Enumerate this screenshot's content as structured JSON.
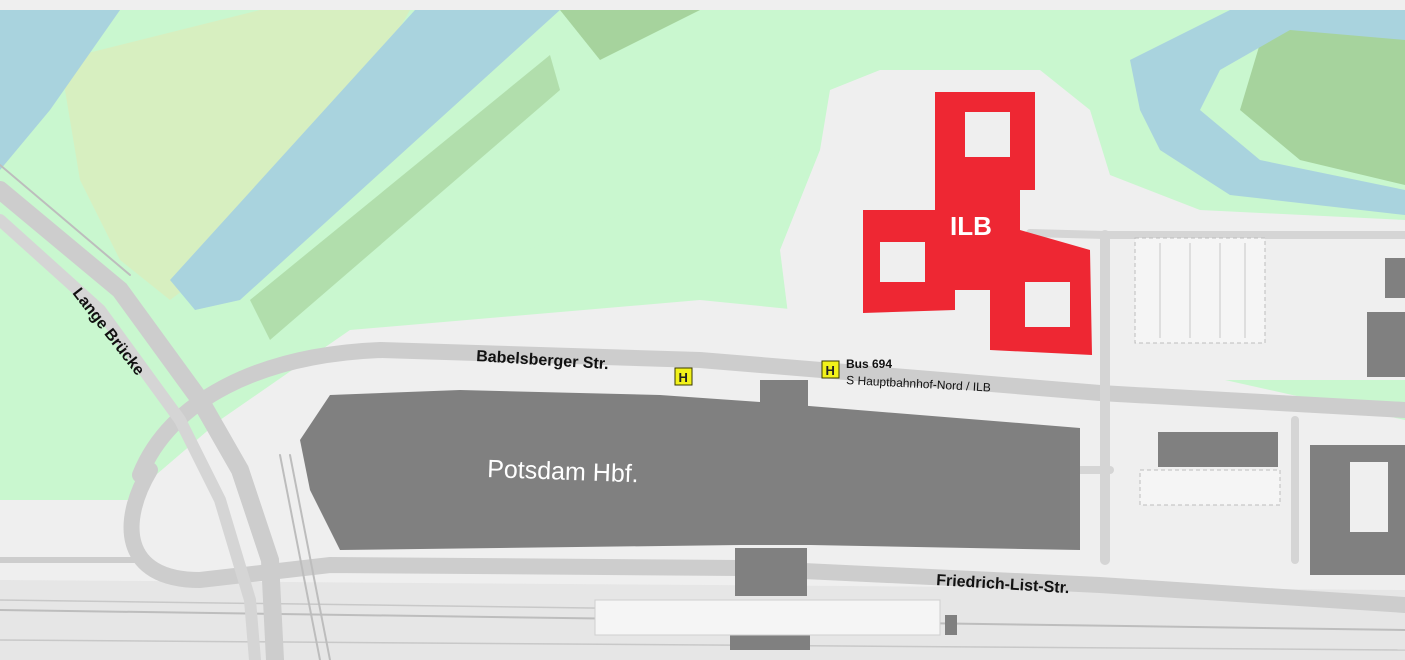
{
  "streets": {
    "babelsberger": "Babelsberger Str.",
    "friedrich_list": "Friedrich-List-Str.",
    "lange_bruecke": "Lange Brücke"
  },
  "places": {
    "station": "Potsdam Hbf.",
    "ilb": "ILB"
  },
  "bus_stop": {
    "symbol": "H",
    "line": "Bus 694",
    "stop_name": "S Hauptbahnhof-Nord / ILB"
  },
  "colors": {
    "water": "#a9d3de",
    "park": "#c9f7cf",
    "dark_green": "#a6d39d",
    "road": "#cdcdcd",
    "building": "#808080",
    "highlight_building": "#ee2733",
    "ground": "#efefef",
    "stop_sign": "#f2f21a"
  }
}
